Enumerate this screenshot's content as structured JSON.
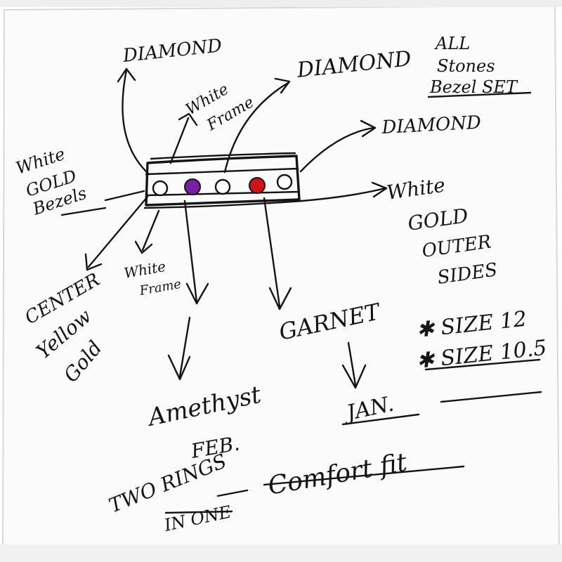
{
  "colors": {
    "paper": "#fbfbfb",
    "ink": "#141414",
    "amethyst": "#7b1fa2",
    "garnet": "#d0121a"
  },
  "sketch": {
    "labels": {
      "diamond_top_left": "DIAMOND",
      "diamond_top_center": "DIAMOND",
      "diamond_right": "DIAMOND",
      "all_stones_1": "ALL",
      "all_stones_2": "Stones",
      "all_stones_3": "Bezel SET",
      "white_frame_top_1": "White",
      "white_frame_top_2": "Frame",
      "white_gold_bezels_1": "White",
      "white_gold_bezels_2": "GOLD",
      "white_gold_bezels_3": "Bezels",
      "white_gold_outer_1": "White",
      "white_gold_outer_2": "GOLD",
      "white_gold_outer_3": "OUTER",
      "white_gold_outer_4": "SIDES",
      "center_yellow_1": "CENTER",
      "center_yellow_2": "Yellow",
      "center_yellow_3": "Gold",
      "white_frame_bottom_1": "White",
      "white_frame_bottom_2": "Frame",
      "garnet": "GARNET",
      "jan": "JAN.",
      "amethyst": "Amethyst",
      "feb": "FEB.",
      "size_1": "✱ SIZE 12",
      "size_2": "✱ SIZE 10.5",
      "comfort_fit": "Comfort fit",
      "two_rings_1": "TWO RINGS",
      "two_rings_2": "IN ONE"
    }
  }
}
